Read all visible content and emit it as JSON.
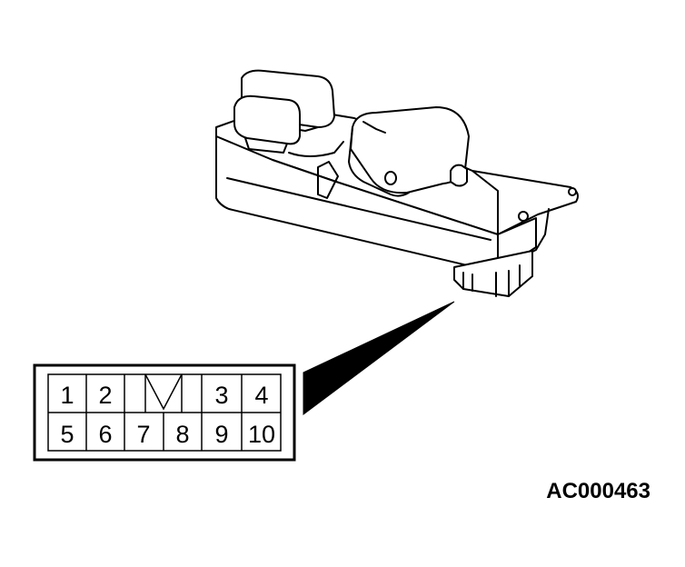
{
  "figure_code": "AC000463",
  "connector": {
    "top_row": [
      "1",
      "2",
      "3",
      "4"
    ],
    "bottom_row": [
      "5",
      "6",
      "7",
      "8",
      "9",
      "10"
    ]
  },
  "icons": {
    "switch": "power-window-switch-assembly",
    "callout": "connector-callout-pointer"
  }
}
